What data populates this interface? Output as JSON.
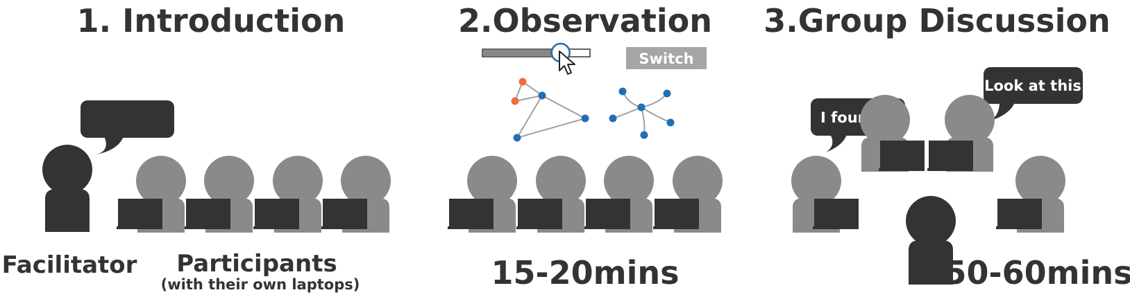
{
  "titles": {
    "intro": "1. Introduction",
    "observation": "2.Observation",
    "discussion": "3.Group Discussion"
  },
  "observation": {
    "switch_label": "Switch",
    "slider_value": 0.73,
    "duration": "15-20mins"
  },
  "intro": {
    "facilitator_label": "Facilitator",
    "participants_label": "Participants",
    "participants_sublabel": "(with their own laptops)"
  },
  "discussion": {
    "bubble_left": "I found",
    "bubble_right": "Look at this",
    "duration": "50-60mins"
  },
  "colors": {
    "dark": "#333333",
    "participant": "#8a8a8a",
    "laptop": "#333333",
    "node_blue": "#1f6fb5",
    "node_orange": "#f26a3d",
    "edge": "#a0a0a0",
    "switch_bg": "#a6a6a6"
  },
  "icons": [
    "facilitator-icon",
    "participant-icon",
    "laptop-icon",
    "speech-bubble-icon",
    "cursor-icon",
    "network-graph-icon"
  ]
}
